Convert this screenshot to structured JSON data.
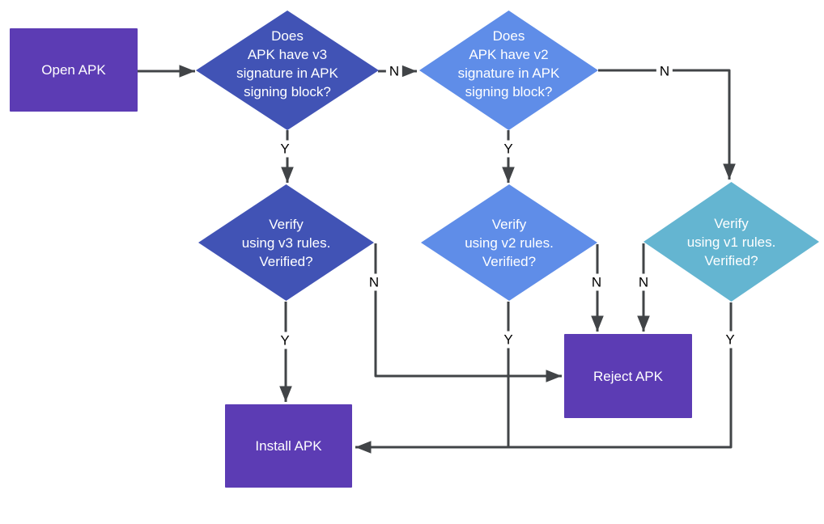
{
  "diagram": {
    "nodes": {
      "open_apk": {
        "label": "Open APK"
      },
      "q_v3": {
        "label": "Does\nAPK have v3\nsignature in APK\nsigning block?"
      },
      "q_v2": {
        "label": "Does\nAPK have v2\nsignature in APK\nsigning block?"
      },
      "verify_v3": {
        "label": "Verify\nusing v3 rules.\nVerified?"
      },
      "verify_v2": {
        "label": "Verify\nusing v2 rules.\nVerified?"
      },
      "verify_v1": {
        "label": "Verify\nusing v1 rules.\nVerified?"
      },
      "reject_apk": {
        "label": "Reject APK"
      },
      "install_apk": {
        "label": "Install APK"
      }
    },
    "edge_labels": {
      "q_v3_no": "N",
      "q_v3_yes": "Y",
      "q_v2_no": "N",
      "q_v2_yes": "Y",
      "verify_v3_no": "N",
      "verify_v3_yes": "Y",
      "verify_v2_no": "N",
      "verify_v2_yes": "Y",
      "verify_v1_no": "N",
      "verify_v1_yes": "Y"
    },
    "colors": {
      "node_purple": "#5C3CB4",
      "node_indigo": "#4153B5",
      "node_blue": "#5F8DE8",
      "node_teal": "#64B5D1",
      "arrow": "#414447",
      "node_text": "#FFFFFF",
      "edge_label_text": "#000000"
    }
  }
}
